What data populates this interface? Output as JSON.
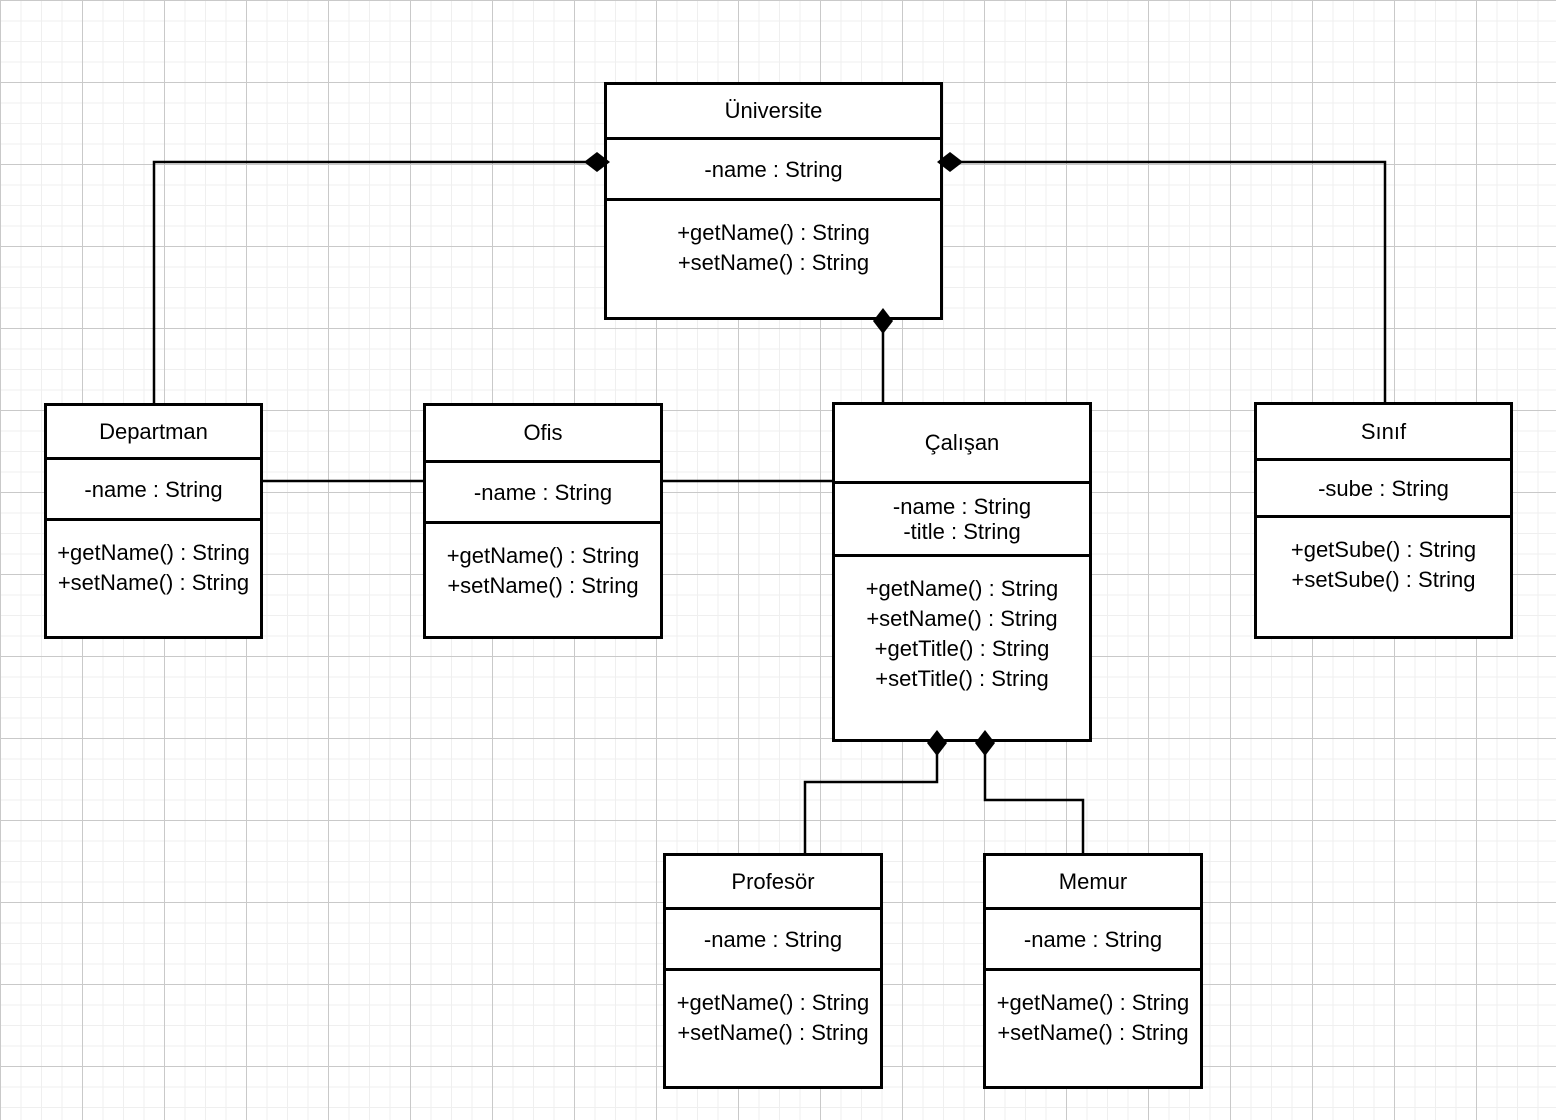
{
  "diagram": {
    "kind": "uml-class-diagram",
    "classes": [
      {
        "name": "Üniversite",
        "attributes": [
          "-name : String"
        ],
        "methods": [
          "+getName() : String",
          "+setName() : String"
        ]
      },
      {
        "name": "Departman",
        "attributes": [
          "-name : String"
        ],
        "methods": [
          "+getName() : String",
          "+setName() : String"
        ]
      },
      {
        "name": "Ofis",
        "attributes": [
          "-name : String"
        ],
        "methods": [
          "+getName() : String",
          "+setName() : String"
        ]
      },
      {
        "name": "Çalışan",
        "attributes": [
          "-name : String",
          "-title : String"
        ],
        "methods": [
          "+getName() : String",
          "+setName() : String",
          "+getTitle() : String",
          "+setTitle() : String"
        ]
      },
      {
        "name": "Sınıf",
        "attributes": [
          "-sube : String"
        ],
        "methods": [
          "+getSube() : String",
          "+setSube() : String"
        ]
      },
      {
        "name": "Profesör",
        "attributes": [
          "-name : String"
        ],
        "methods": [
          "+getName() : String",
          "+setName() : String"
        ]
      },
      {
        "name": "Memur",
        "attributes": [
          "-name : String"
        ],
        "methods": [
          "+getName() : String",
          "+setName() : String"
        ]
      }
    ],
    "relationships": [
      {
        "from": "Üniversite",
        "to": "Departman",
        "type": "composition",
        "marker": "filled-diamond"
      },
      {
        "from": "Üniversite",
        "to": "Çalışan",
        "type": "composition",
        "marker": "filled-diamond"
      },
      {
        "from": "Üniversite",
        "to": "Sınıf",
        "type": "composition",
        "marker": "filled-diamond"
      },
      {
        "from": "Departman",
        "to": "Ofis",
        "type": "association",
        "marker": "none"
      },
      {
        "from": "Ofis",
        "to": "Çalışan",
        "type": "association",
        "marker": "none"
      },
      {
        "from": "Çalışan",
        "to": "Profesör",
        "type": "composition",
        "marker": "filled-diamond"
      },
      {
        "from": "Çalışan",
        "to": "Memur",
        "type": "composition",
        "marker": "filled-diamond"
      }
    ],
    "colors": {
      "line": "#000000",
      "text": "#000000",
      "box_fill": "#ffffff",
      "background": "#ffffff",
      "grid_minor": "#efefef",
      "grid_major": "#c9c9c9"
    }
  }
}
